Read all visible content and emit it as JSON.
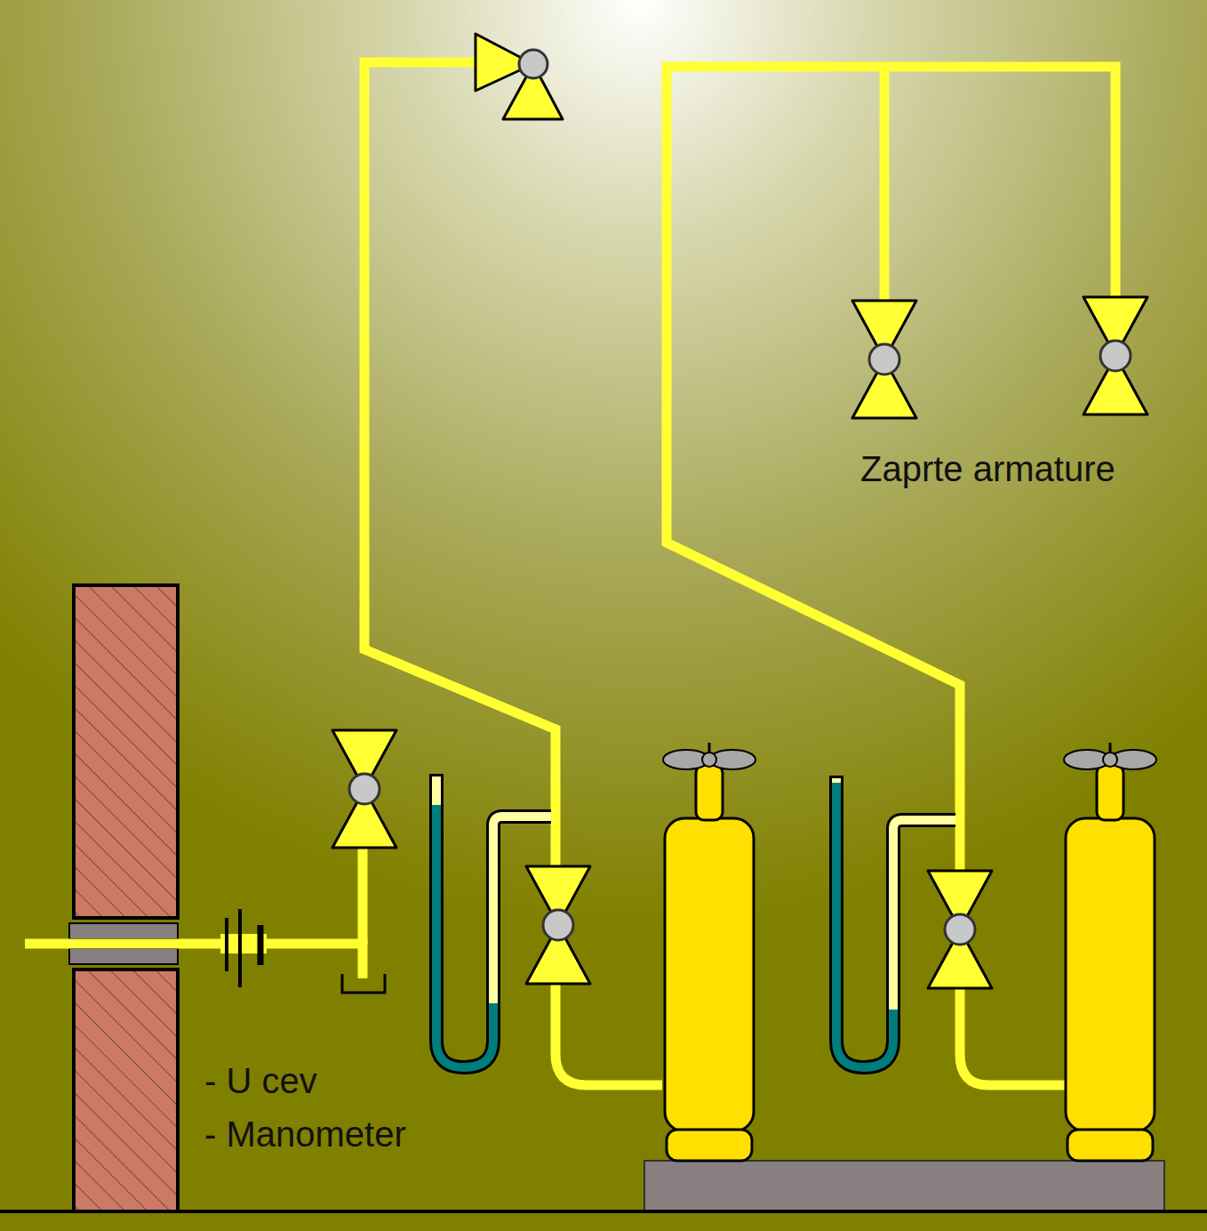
{
  "diagram": {
    "labels": [
      "Zaprte armature",
      "- U cev",
      "- Manometer"
    ]
  }
}
